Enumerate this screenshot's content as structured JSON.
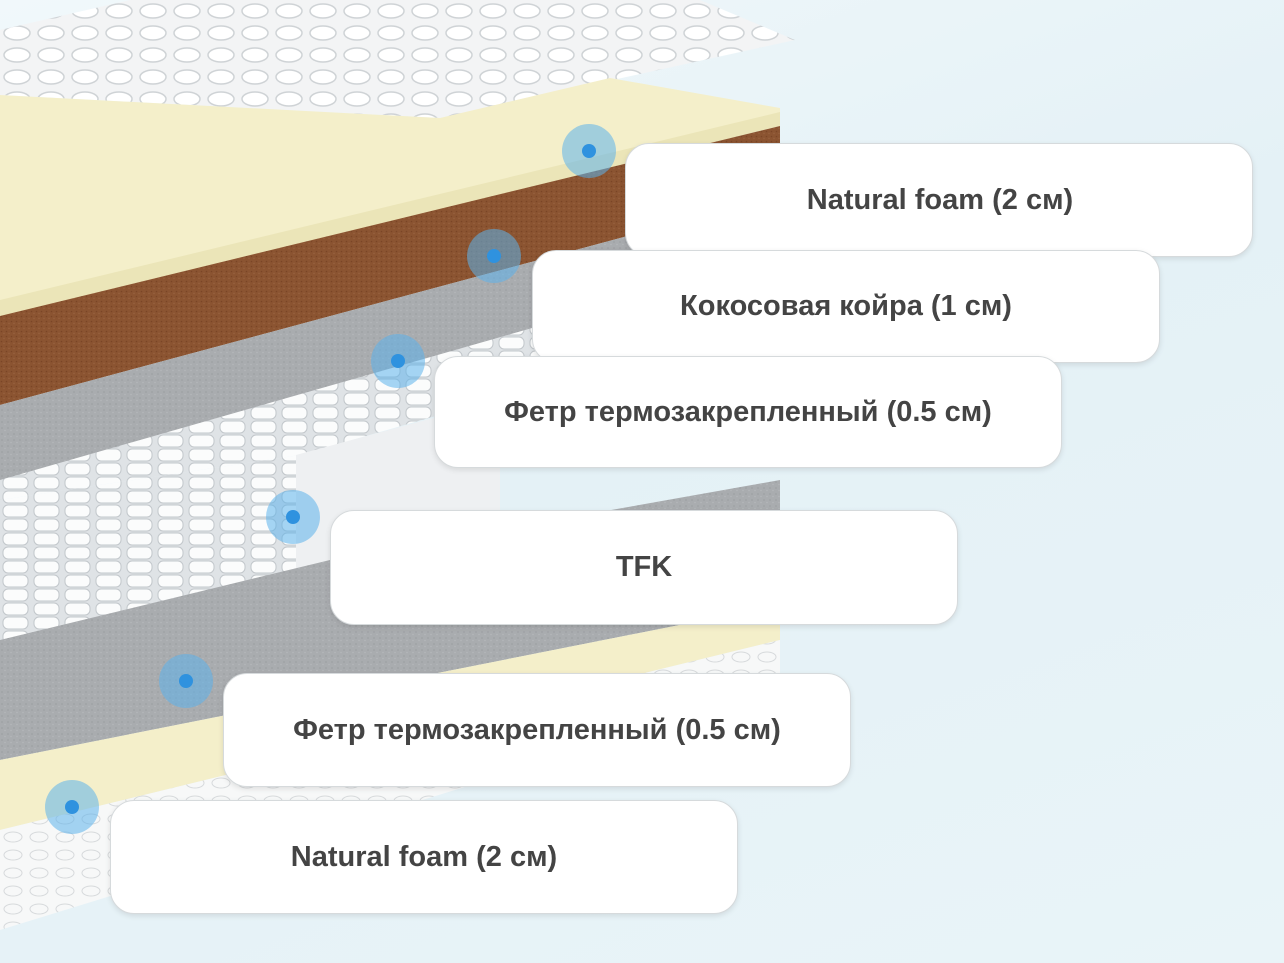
{
  "layers": [
    {
      "label": "Natural foam (2 см)",
      "layer_color": "#f4efc9"
    },
    {
      "label": "Кокосовая койра (1 см)",
      "layer_color": "#8a5330"
    },
    {
      "label": "Фетр термозакрепленный (0.5 см)",
      "layer_color": "#a8abae"
    },
    {
      "label": "TFK",
      "layer_color": "#eceef0"
    },
    {
      "label": "Фетр термозакрепленный (0.5 см)",
      "layer_color": "#a8abae"
    },
    {
      "label": "Natural foam (2 см)",
      "layer_color": "#f4efc9"
    }
  ],
  "marker_color": "#2f92df"
}
